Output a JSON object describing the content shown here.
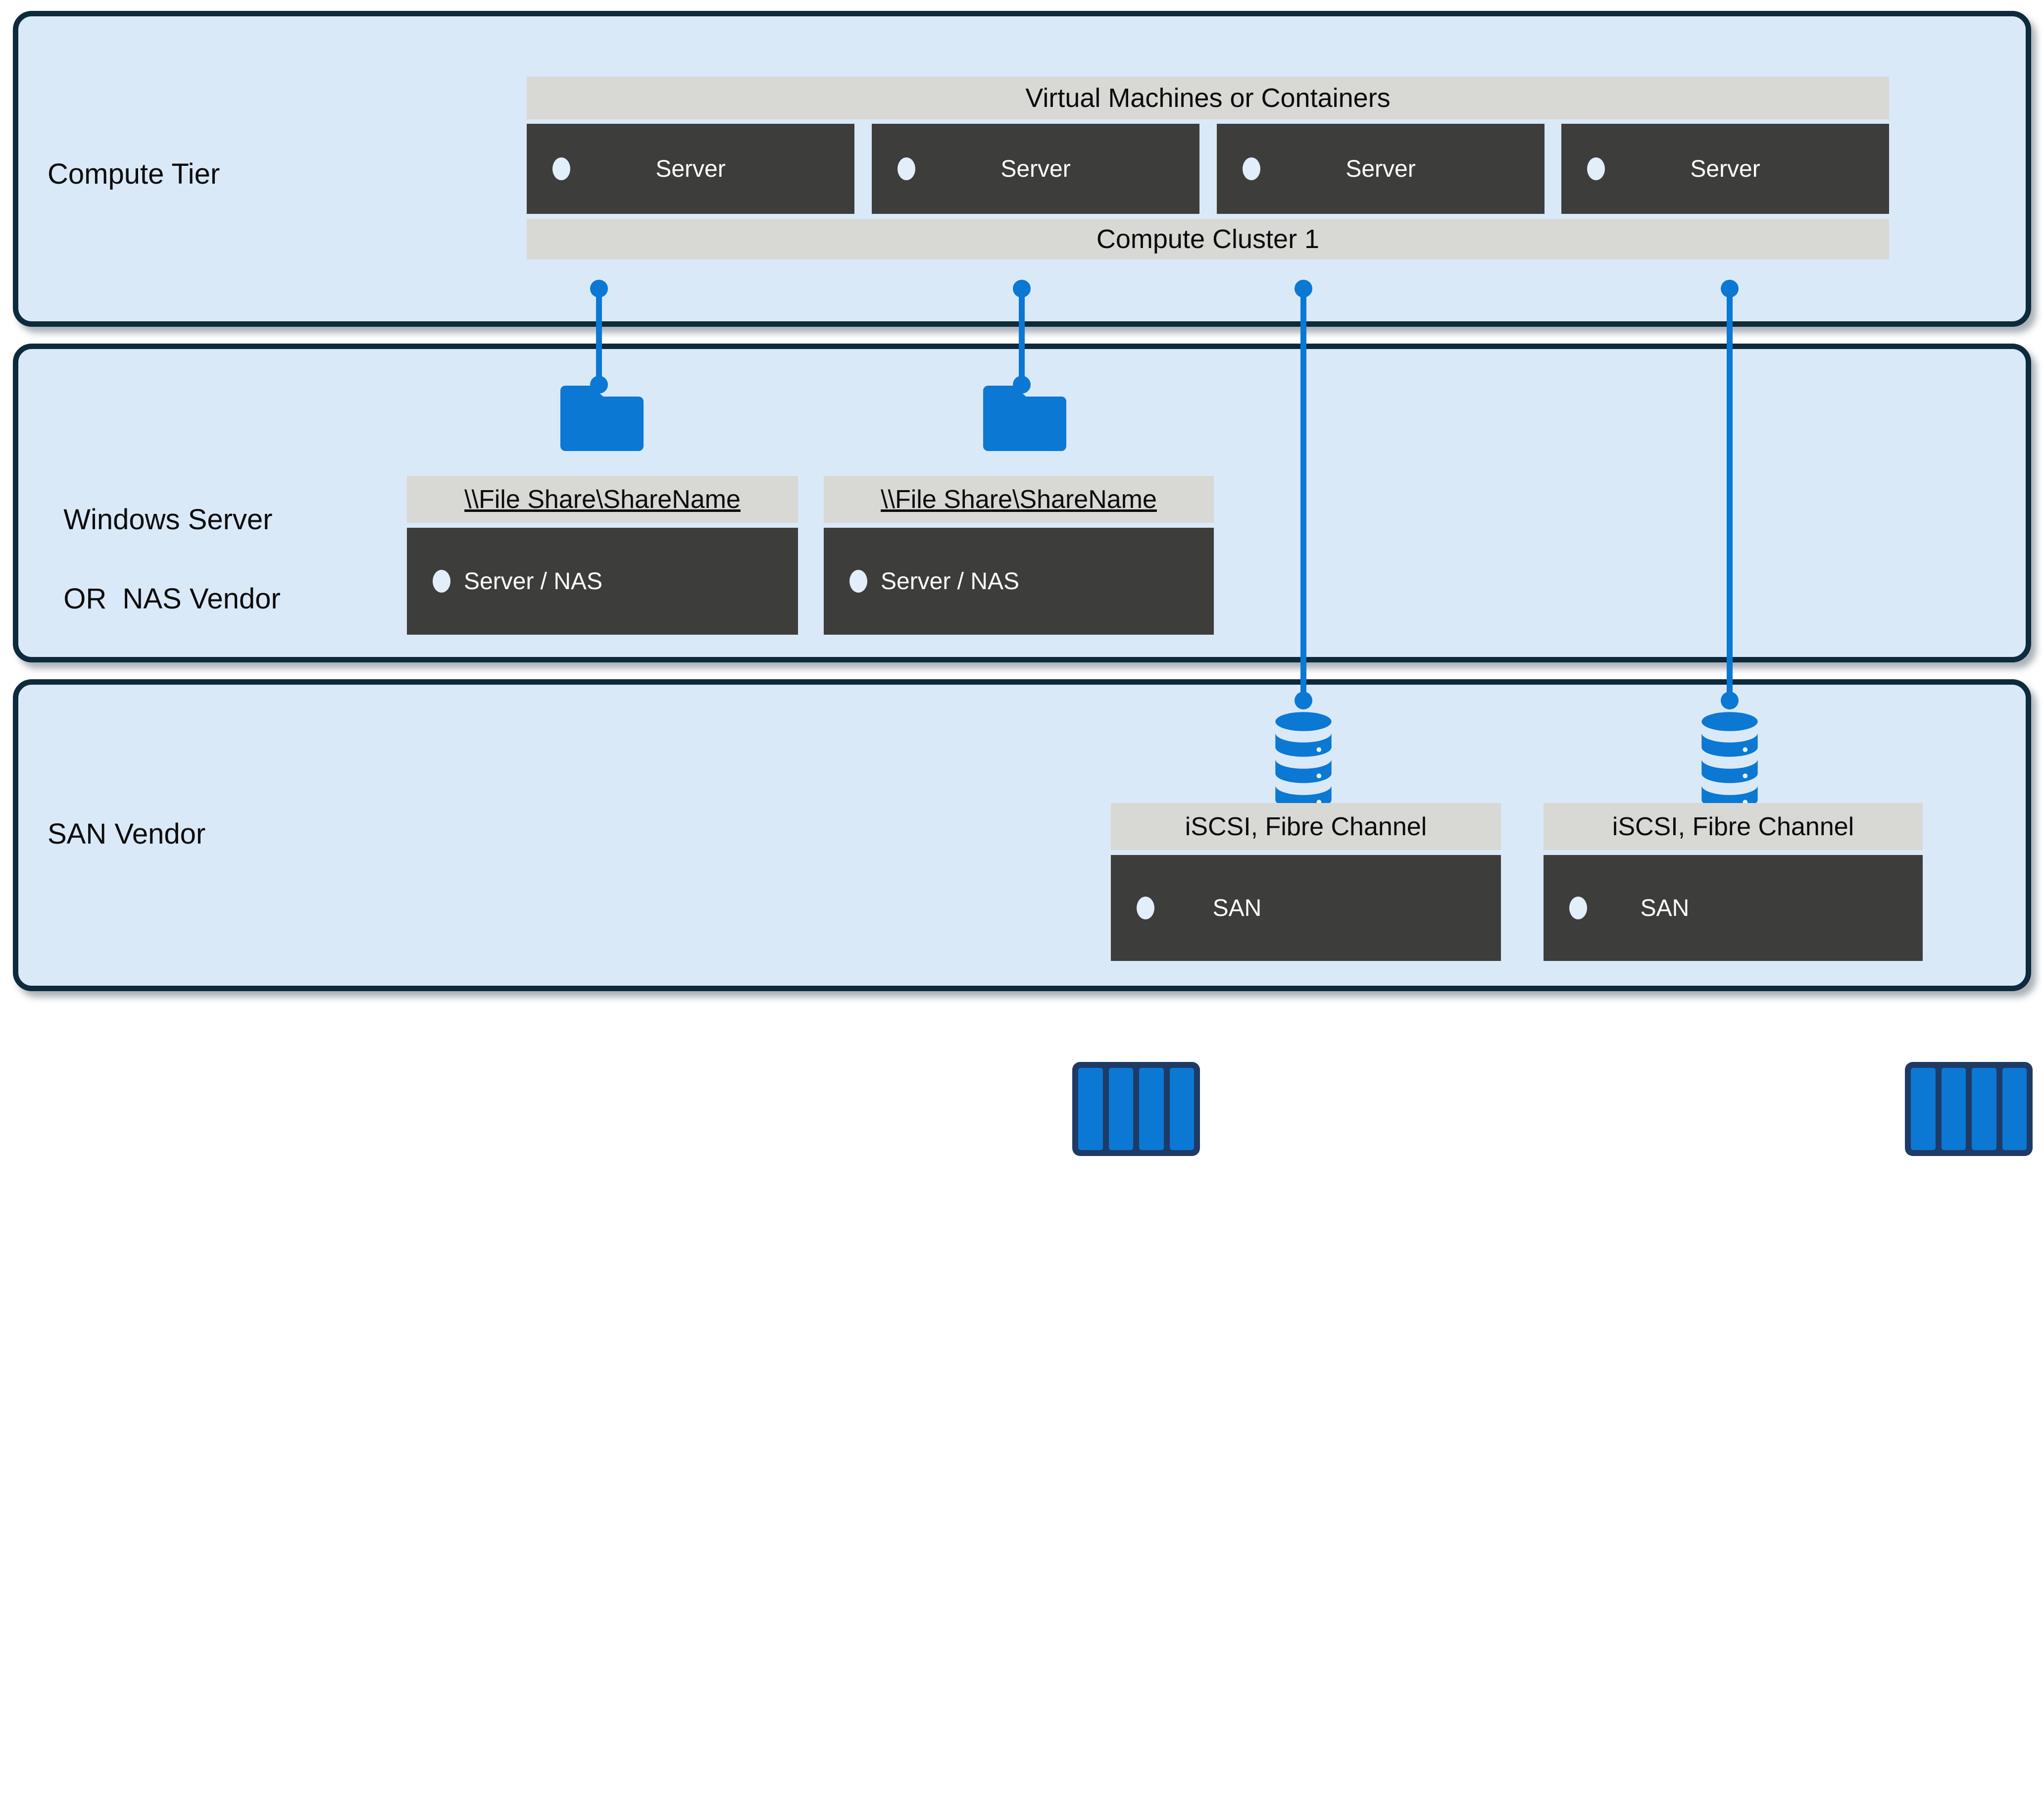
{
  "colors": {
    "accent_blue": "#0b78d4",
    "dark_box": "#3d3d3b",
    "header_gray": "#d8d8d5",
    "tier_fill": "#dae9f7",
    "tier_border": "#0e2a3d",
    "array_navy": "#1e3a66",
    "led_white": "#e3eefb"
  },
  "tier_compute": {
    "label": "Compute Tier"
  },
  "tier_nas": {
    "label_line1": "Windows Server",
    "label_line2": "OR  NAS Vendor"
  },
  "tier_san": {
    "label": "SAN Vendor"
  },
  "compute": {
    "vm_header": "Virtual Machines or Containers",
    "servers": [
      "Server",
      "Server",
      "Server",
      "Server"
    ],
    "cluster": "Compute Cluster 1"
  },
  "nas": {
    "share_paths": [
      "\\\\File Share\\ShareName",
      "\\\\File Share\\ShareName"
    ],
    "boxes": [
      "Server / NAS",
      "Server / NAS"
    ]
  },
  "san": {
    "protocols": [
      "iSCSI, Fibre Channel",
      "iSCSI, Fibre Channel"
    ],
    "boxes": [
      "SAN",
      "SAN"
    ]
  }
}
